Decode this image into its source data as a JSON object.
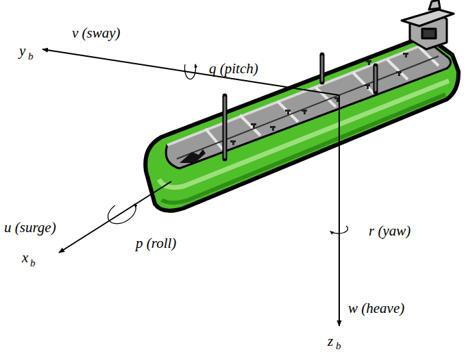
{
  "diagram": {
    "labels": [
      "v (sway)",
      "y",
      "b",
      "q (pitch)",
      "u (surge)",
      "p (roll)",
      "x",
      "b",
      "r (yaw)",
      "w (heave)",
      "z",
      "b"
    ]
  }
}
